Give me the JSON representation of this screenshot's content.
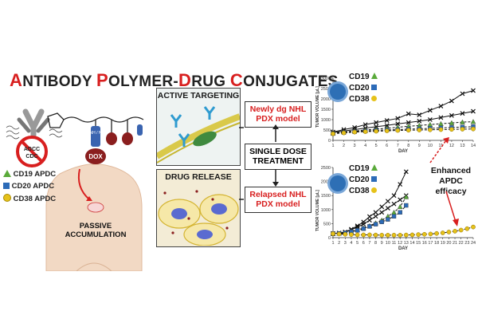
{
  "title": {
    "segments": [
      {
        "cap": "A",
        "rest": "NTIBODY "
      },
      {
        "cap": "P",
        "rest": "OLYMER-"
      },
      {
        "cap": "D",
        "rest": "RUG "
      },
      {
        "cap": "C",
        "rest": "ONJUGATES"
      }
    ]
  },
  "left_diagram": {
    "adcc_label": "ADCC",
    "cdc_label": "CDC",
    "dox_label": "DOX",
    "linker_label": "NH / N",
    "passive_label_1": "PASSIVE",
    "passive_label_2": "ACCUMULATION"
  },
  "legend": [
    {
      "label": "CD19 APDC",
      "shape": "triangle",
      "color": "#5aaa3a"
    },
    {
      "label": "CD20 APDC",
      "shape": "square",
      "color": "#2c6bb8"
    },
    {
      "label": "CD38 APDC",
      "shape": "circle",
      "color": "#e6c21a"
    }
  ],
  "middle": {
    "active_targeting": "ACTIVE TARGETING",
    "drug_release": "DRUG RELEASE",
    "newly_dg_1": "Newly dg NHL",
    "newly_dg_2": "PDX model",
    "single_dose_1": "SINGLE DOSE",
    "single_dose_2": "TREATMENT",
    "relapsed_1": "Relapsed NHL",
    "relapsed_2": "PDX model"
  },
  "annotation": {
    "line1": "Enhanced",
    "line2": "APDC efficacy"
  },
  "chart_legend": [
    "CD19",
    "CD20",
    "CD38"
  ],
  "chart_data": [
    {
      "type": "line",
      "ylabel": "TUMOR VOLUME [µL]",
      "xlabel": "DAY",
      "xlim": [
        1,
        14
      ],
      "ylim": [
        0,
        3000
      ],
      "x_ticks": [
        1,
        2,
        3,
        4,
        5,
        6,
        7,
        8,
        9,
        10,
        11,
        12,
        13,
        14
      ],
      "y_ticks": [
        0,
        500,
        1000,
        1500,
        2000,
        2500,
        3000
      ],
      "series": [
        {
          "marker": "x",
          "color": "#111111",
          "dash": false,
          "x": [
            1,
            2,
            3,
            4,
            5,
            6,
            7,
            8,
            9,
            10,
            11,
            12,
            13,
            14
          ],
          "y": [
            400,
            520,
            620,
            760,
            860,
            960,
            1060,
            1280,
            1230,
            1450,
            1650,
            1900,
            2250,
            2400
          ]
        },
        {
          "marker": "x",
          "color": "#111111",
          "dash": false,
          "x": [
            1,
            2,
            3,
            4,
            5,
            6,
            7,
            8,
            9,
            10,
            11,
            12,
            13,
            14
          ],
          "y": [
            380,
            450,
            520,
            590,
            660,
            720,
            800,
            860,
            930,
            1000,
            1100,
            1200,
            1300,
            1400
          ]
        },
        {
          "marker": "triangle",
          "color": "#5aaa3a",
          "dash": true,
          "x": [
            1,
            2,
            3,
            4,
            5,
            6,
            7,
            8,
            9,
            10,
            11,
            12,
            13,
            14
          ],
          "y": [
            350,
            410,
            450,
            500,
            540,
            580,
            630,
            680,
            720,
            760,
            800,
            840,
            880,
            900
          ]
        },
        {
          "marker": "square",
          "color": "#2c6bb8",
          "dash": true,
          "x": [
            1,
            2,
            3,
            4,
            5,
            6,
            7,
            8,
            9,
            10,
            11,
            12,
            13,
            14
          ],
          "y": [
            330,
            380,
            420,
            450,
            480,
            500,
            520,
            540,
            560,
            580,
            600,
            620,
            640,
            660
          ]
        },
        {
          "marker": "circle",
          "color": "#e6c21a",
          "dash": true,
          "x": [
            1,
            2,
            3,
            4,
            5,
            6,
            7,
            8,
            9,
            10,
            11,
            12,
            13,
            14
          ],
          "y": [
            320,
            360,
            400,
            420,
            440,
            460,
            480,
            490,
            500,
            510,
            520,
            530,
            540,
            550
          ]
        }
      ]
    },
    {
      "type": "line",
      "ylabel": "TUMOR VOLUME [µL]",
      "xlabel": "DAY",
      "xlim": [
        1,
        24
      ],
      "ylim": [
        0,
        2500
      ],
      "x_ticks": [
        1,
        2,
        3,
        4,
        5,
        6,
        7,
        8,
        9,
        10,
        11,
        12,
        13,
        14,
        15,
        16,
        17,
        18,
        19,
        20,
        21,
        22,
        23,
        24
      ],
      "y_ticks": [
        0,
        500,
        1000,
        1500,
        2000,
        2500
      ],
      "series": [
        {
          "marker": "x",
          "color": "#111111",
          "dash": false,
          "x": [
            1,
            2,
            3,
            4,
            5,
            6,
            7,
            8,
            9,
            10,
            11,
            12,
            13
          ],
          "y": [
            150,
            170,
            200,
            300,
            420,
            560,
            750,
            900,
            1100,
            1300,
            1500,
            1900,
            2350
          ]
        },
        {
          "marker": "x",
          "color": "#111111",
          "dash": false,
          "x": [
            1,
            2,
            3,
            4,
            5,
            6,
            7,
            8,
            9,
            10,
            11,
            12,
            13
          ],
          "y": [
            150,
            160,
            190,
            280,
            380,
            480,
            620,
            760,
            900,
            1050,
            1200,
            1350,
            1500
          ]
        },
        {
          "marker": "triangle",
          "color": "#5aaa3a",
          "dash": true,
          "x": [
            1,
            2,
            3,
            4,
            5,
            6,
            7,
            8,
            9,
            10,
            11,
            12,
            13
          ],
          "y": [
            140,
            150,
            170,
            220,
            280,
            340,
            420,
            520,
            620,
            760,
            900,
            1100,
            1450
          ]
        },
        {
          "marker": "square",
          "color": "#2c6bb8",
          "dash": true,
          "x": [
            1,
            2,
            3,
            4,
            5,
            6,
            7,
            8,
            9,
            10,
            11,
            12,
            13
          ],
          "y": [
            140,
            150,
            165,
            210,
            260,
            320,
            400,
            480,
            560,
            650,
            760,
            900,
            1150
          ]
        },
        {
          "marker": "circle",
          "color": "#e6c21a",
          "dash": true,
          "x": [
            1,
            2,
            3,
            4,
            5,
            6,
            7,
            8,
            9,
            10,
            11,
            12,
            13,
            14,
            15,
            16,
            17,
            18,
            19,
            20,
            21,
            22,
            23,
            24
          ],
          "y": [
            140,
            130,
            120,
            110,
            100,
            100,
            100,
            95,
            90,
            90,
            90,
            90,
            95,
            100,
            110,
            120,
            130,
            150,
            170,
            200,
            230,
            270,
            320,
            380
          ]
        }
      ]
    }
  ]
}
